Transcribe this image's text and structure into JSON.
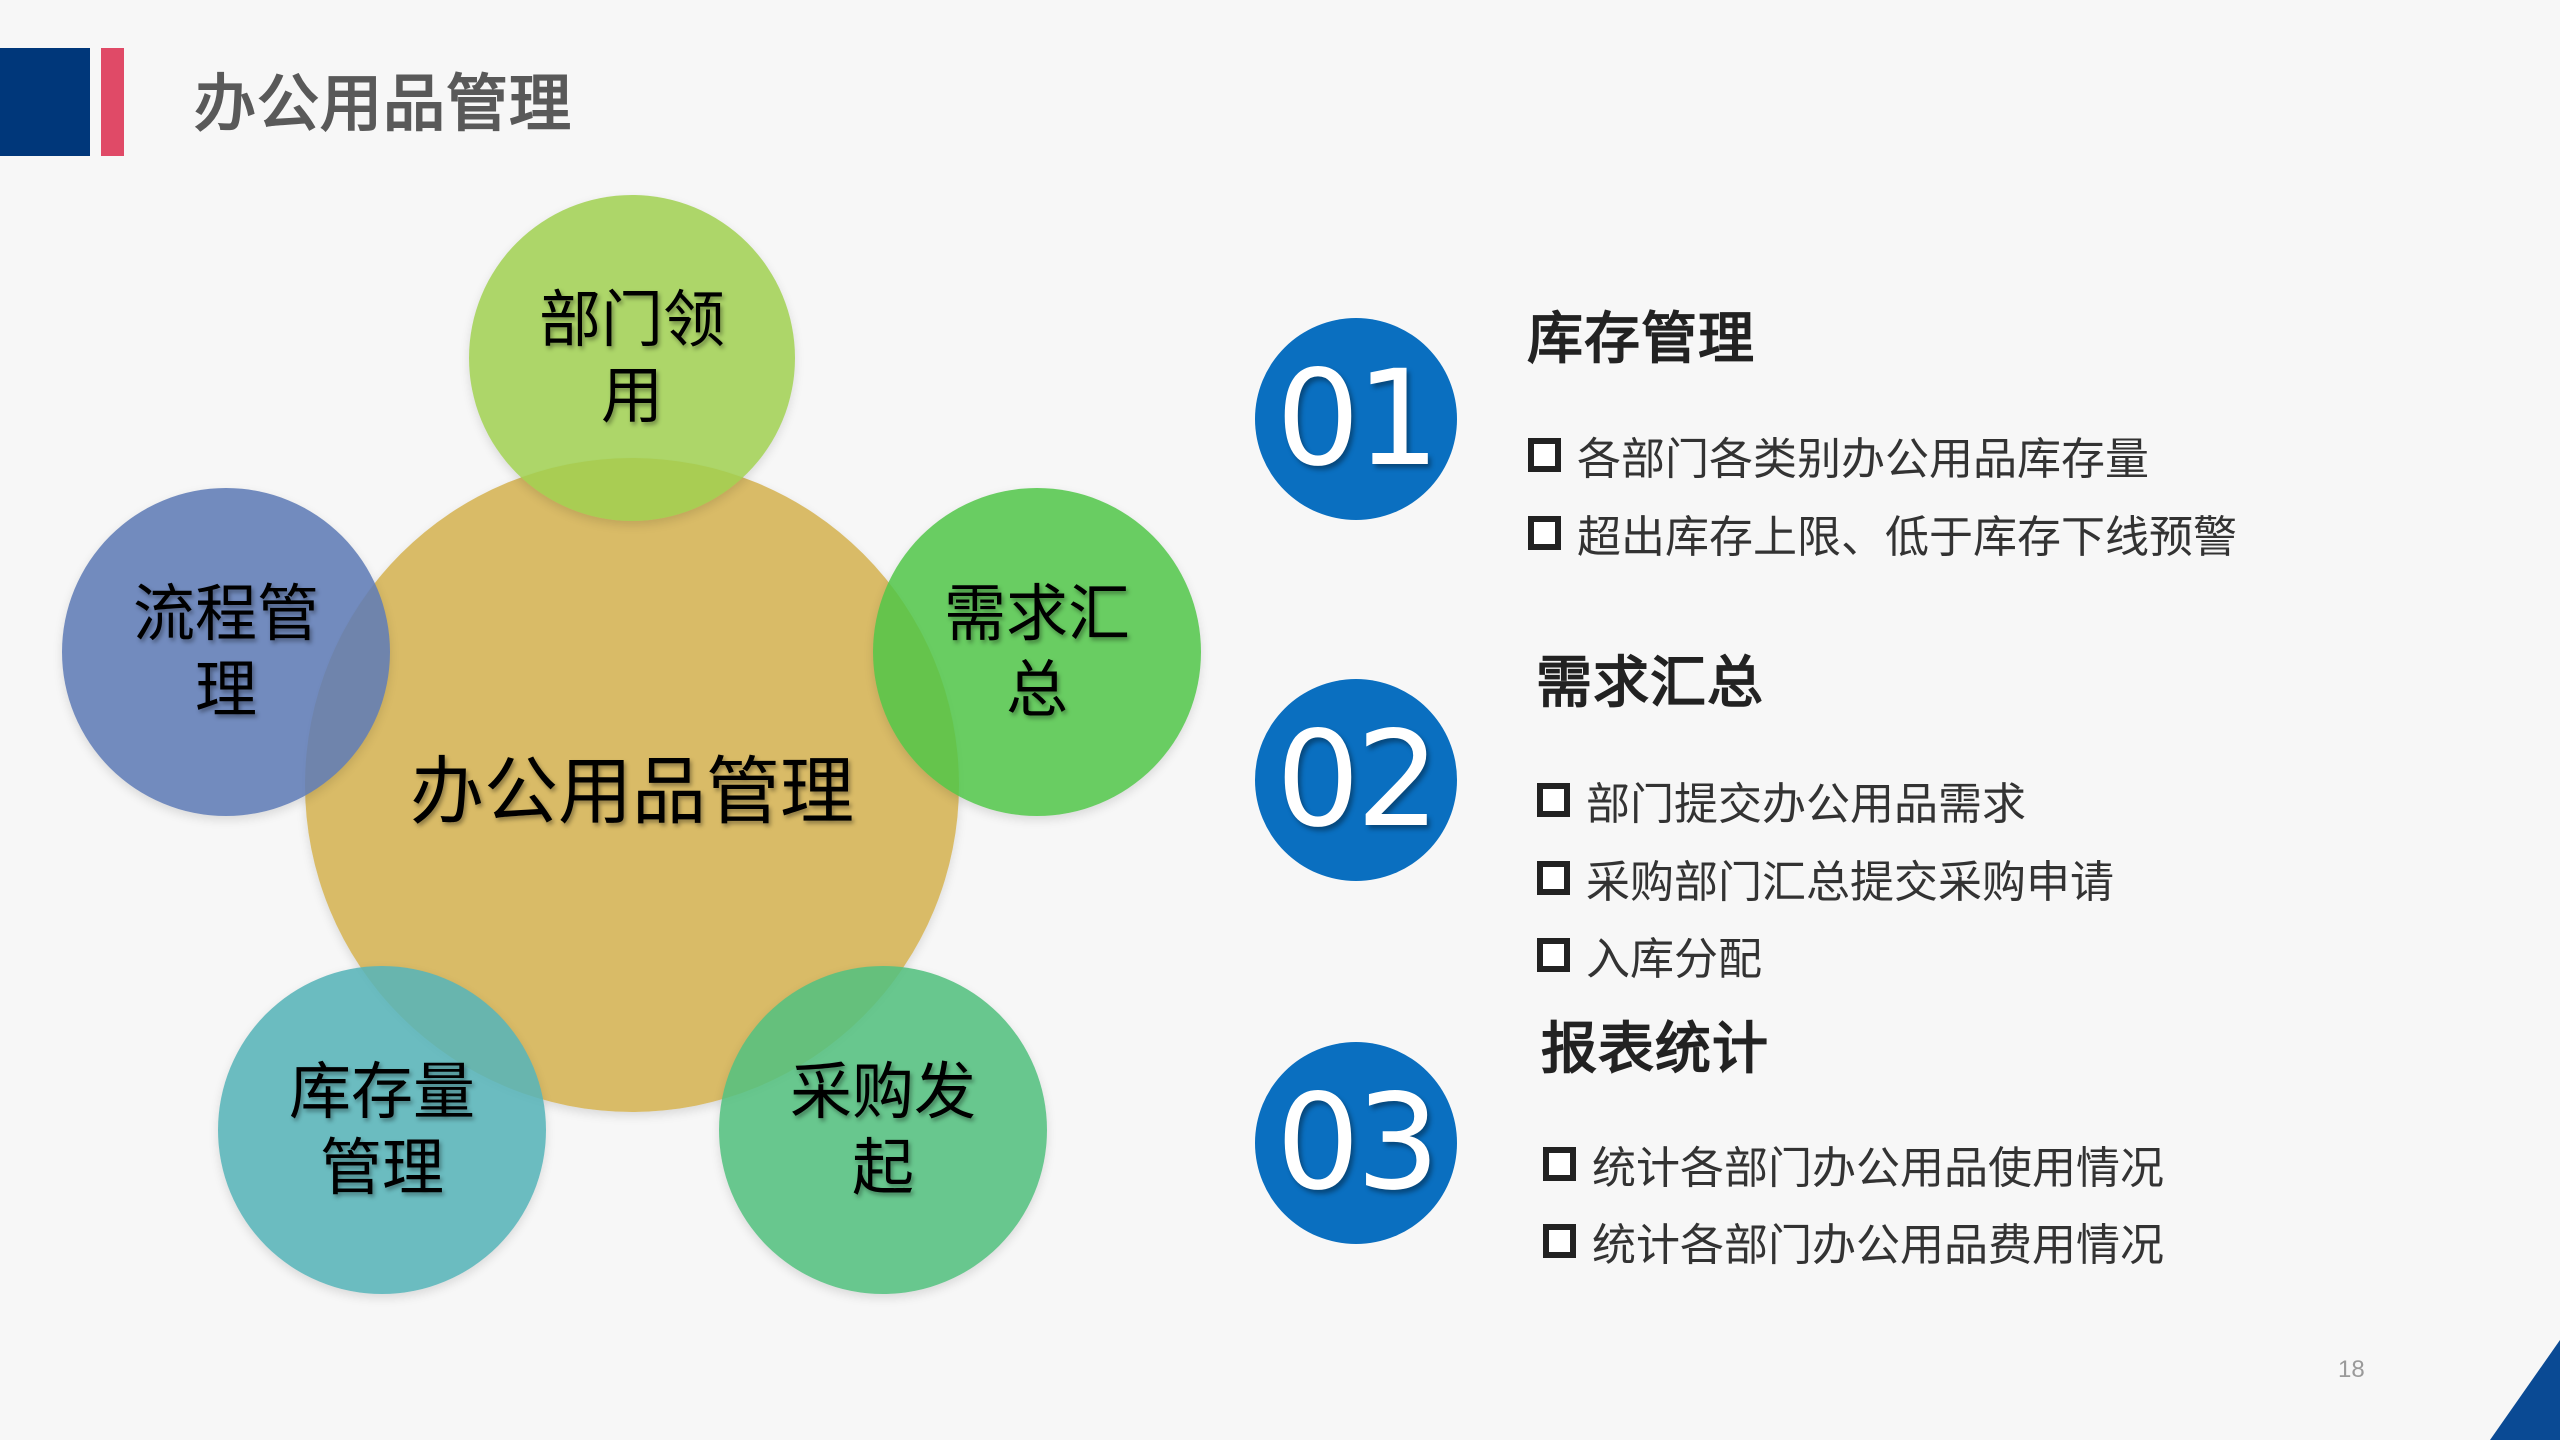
{
  "header": {
    "title": "办公用品管理",
    "colors": {
      "navy": "#00377a",
      "pink": "#e04a67"
    }
  },
  "diagram": {
    "center": {
      "label": "办公用品管理",
      "color": "#d6b55a"
    },
    "satellites": [
      {
        "id": "top",
        "label": "部门领用",
        "color": "#a5d25d"
      },
      {
        "id": "right",
        "label": "需求汇总",
        "color": "#5cc955"
      },
      {
        "id": "bottom-right",
        "label": "采购发起",
        "color": "#5ec385"
      },
      {
        "id": "bottom-left",
        "label": "库存量管理",
        "color": "#63b8b8"
      },
      {
        "id": "left",
        "label": "流程管理",
        "color": "#6681b9"
      }
    ]
  },
  "sections": [
    {
      "number": "01",
      "title": "库存管理",
      "bullets": [
        "各部门各类别办公用品库存量",
        "超出库存上限、低于库存下线预警"
      ]
    },
    {
      "number": "02",
      "title": "需求汇总",
      "bullets": [
        "部门提交办公用品需求",
        "采购部门汇总提交采购申请",
        "入库分配"
      ]
    },
    {
      "number": "03",
      "title": "报表统计",
      "bullets": [
        "统计各部门办公用品使用情况",
        "统计各部门办公用品费用情况"
      ]
    }
  ],
  "accent_color": "#0a6fc0",
  "footer": {
    "page_number": "18",
    "corner_color": "#0a4a94"
  }
}
